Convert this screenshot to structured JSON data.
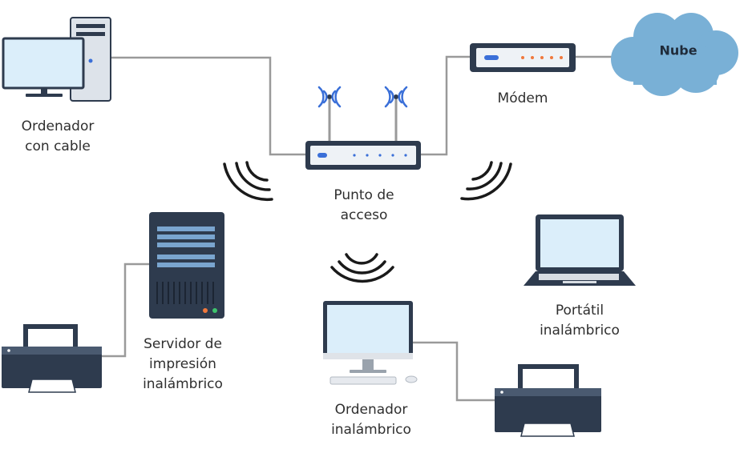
{
  "labels": {
    "wired_pc": [
      "Ordenador",
      "con cable"
    ],
    "modem": [
      "Módem"
    ],
    "cloud": "Nube",
    "access_point": [
      "Punto de",
      "acceso"
    ],
    "print_server": [
      "Servidor de",
      "impresión",
      "inalámbrico"
    ],
    "wireless_pc": [
      "Ordenador",
      "inalámbrico"
    ],
    "laptop": [
      "Portátil",
      "inalámbrico"
    ]
  },
  "colors": {
    "line": "#9a9a9a",
    "device_dark": "#2e3b4e",
    "screen": "#dbeefa",
    "cloud": "#79b0d6",
    "led_blue": "#3a6fd8",
    "led_orange": "#f0783c",
    "signal": "#1a1a1a"
  }
}
